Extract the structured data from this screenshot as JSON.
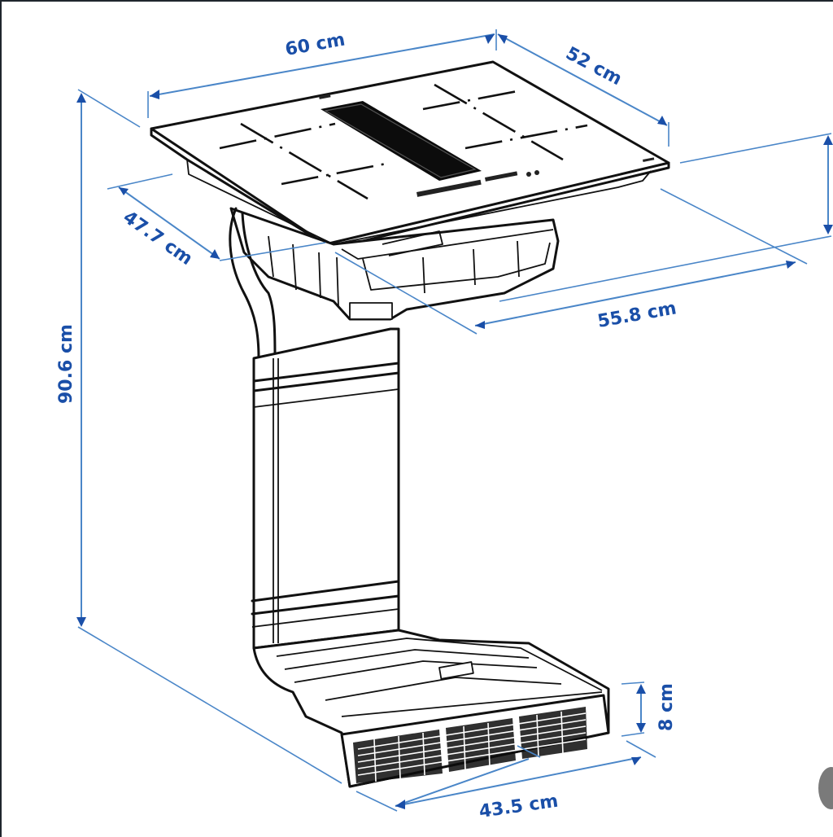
{
  "diagram": {
    "subject": "Induction cooktop with integrated downdraft extractor, duct and plinth outlet",
    "colors": {
      "dimension_text": "#1a4fa8",
      "dimension_line": "#4a86c8",
      "drawing_ink": "#111111",
      "background": "#ffffff",
      "frame": "#1f262d"
    },
    "dimensions": {
      "cooktop_width": "60 cm",
      "cooktop_depth": "52 cm",
      "cutout_depth": "47.7 cm",
      "cutout_width": "55.8 cm",
      "total_height": "90.6 cm",
      "plinth_height": "8 cm",
      "plinth_width": "43.5 cm"
    },
    "unlabeled_dimensions": [
      "cooktop thickness (right vertical arrow)"
    ],
    "icons": {
      "scroll_indicator": "gray-semicircle"
    }
  }
}
